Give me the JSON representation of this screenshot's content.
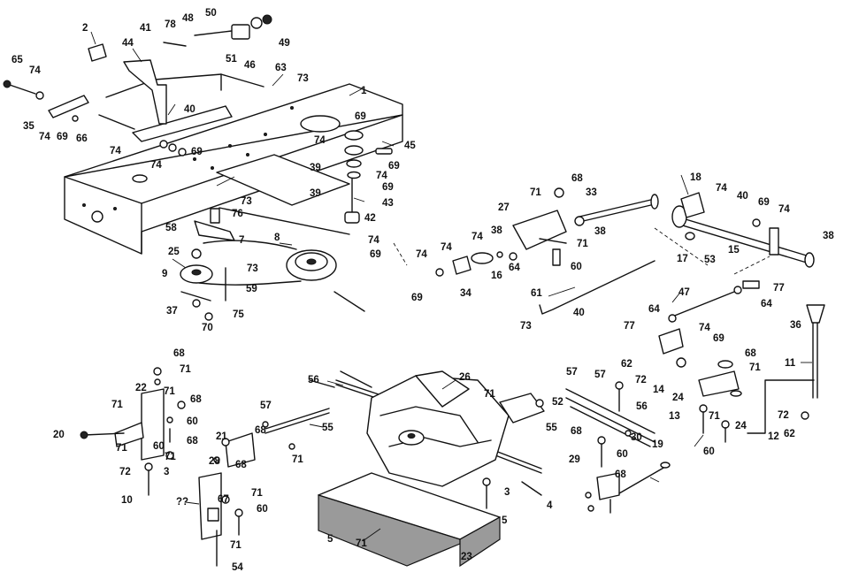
{
  "parts": [
    {
      "id": "p2",
      "text": "2"
    },
    {
      "id": "p44",
      "text": "44"
    },
    {
      "id": "p41",
      "text": "41"
    },
    {
      "id": "p78",
      "text": "78"
    },
    {
      "id": "p48",
      "text": "48"
    },
    {
      "id": "p50",
      "text": "50"
    },
    {
      "id": "p49",
      "text": "49"
    },
    {
      "id": "p51",
      "text": "51"
    },
    {
      "id": "p46",
      "text": "46"
    },
    {
      "id": "p63",
      "text": "63"
    },
    {
      "id": "p73a",
      "text": "73"
    },
    {
      "id": "p1",
      "text": "1"
    },
    {
      "id": "p65",
      "text": "65"
    },
    {
      "id": "p74a",
      "text": "74"
    },
    {
      "id": "p35",
      "text": "35"
    },
    {
      "id": "p74b",
      "text": "74"
    },
    {
      "id": "p69a",
      "text": "69"
    },
    {
      "id": "p66",
      "text": "66"
    },
    {
      "id": "p40a",
      "text": "40"
    },
    {
      "id": "p74c",
      "text": "74"
    },
    {
      "id": "p74d",
      "text": "74"
    },
    {
      "id": "p69b",
      "text": "69"
    },
    {
      "id": "p69c",
      "text": "69"
    },
    {
      "id": "p74e",
      "text": "74"
    },
    {
      "id": "p45",
      "text": "45"
    },
    {
      "id": "p69d",
      "text": "69"
    },
    {
      "id": "p39a",
      "text": "39"
    },
    {
      "id": "p74f",
      "text": "74"
    },
    {
      "id": "p69e",
      "text": "69"
    },
    {
      "id": "p39b",
      "text": "39"
    },
    {
      "id": "p43",
      "text": "43"
    },
    {
      "id": "p73b",
      "text": "73"
    },
    {
      "id": "p76",
      "text": "76"
    },
    {
      "id": "p58",
      "text": "58"
    },
    {
      "id": "p42",
      "text": "42"
    },
    {
      "id": "p7",
      "text": "7"
    },
    {
      "id": "p8",
      "text": "8"
    },
    {
      "id": "p74g",
      "text": "74"
    },
    {
      "id": "p69f",
      "text": "69"
    },
    {
      "id": "p25",
      "text": "25"
    },
    {
      "id": "p73c",
      "text": "73"
    },
    {
      "id": "p9",
      "text": "9"
    },
    {
      "id": "p59",
      "text": "59"
    },
    {
      "id": "p37",
      "text": "37"
    },
    {
      "id": "p75",
      "text": "75"
    },
    {
      "id": "p70",
      "text": "70"
    },
    {
      "id": "p68a",
      "text": "68"
    },
    {
      "id": "p71a",
      "text": "71"
    },
    {
      "id": "p33",
      "text": "33"
    },
    {
      "id": "p18",
      "text": "18"
    },
    {
      "id": "p74h",
      "text": "74"
    },
    {
      "id": "p40b",
      "text": "40"
    },
    {
      "id": "p27",
      "text": "27"
    },
    {
      "id": "p69g",
      "text": "69"
    },
    {
      "id": "p74i",
      "text": "74"
    },
    {
      "id": "p38a",
      "text": "38"
    },
    {
      "id": "p38b",
      "text": "38"
    },
    {
      "id": "p74j",
      "text": "74"
    },
    {
      "id": "p74k",
      "text": "74"
    },
    {
      "id": "p71b",
      "text": "71"
    },
    {
      "id": "p15",
      "text": "15"
    },
    {
      "id": "p17",
      "text": "17"
    },
    {
      "id": "p53",
      "text": "53"
    },
    {
      "id": "p38c",
      "text": "38"
    },
    {
      "id": "p74l",
      "text": "74"
    },
    {
      "id": "p16",
      "text": "16"
    },
    {
      "id": "p64a",
      "text": "64"
    },
    {
      "id": "p60a",
      "text": "60"
    },
    {
      "id": "p69h",
      "text": "69"
    },
    {
      "id": "p34",
      "text": "34"
    },
    {
      "id": "p77a",
      "text": "77"
    },
    {
      "id": "p61",
      "text": "61"
    },
    {
      "id": "p47",
      "text": "47"
    },
    {
      "id": "p64b",
      "text": "64"
    },
    {
      "id": "p64c",
      "text": "64"
    },
    {
      "id": "p36",
      "text": "36"
    },
    {
      "id": "p40c",
      "text": "40"
    },
    {
      "id": "p73d",
      "text": "73"
    },
    {
      "id": "p77b",
      "text": "77"
    },
    {
      "id": "p74m",
      "text": "74"
    },
    {
      "id": "p69i",
      "text": "69"
    },
    {
      "id": "p68b",
      "text": "68"
    },
    {
      "id": "p71c",
      "text": "71"
    },
    {
      "id": "p62a",
      "text": "62"
    },
    {
      "id": "p72a",
      "text": "72"
    },
    {
      "id": "p14",
      "text": "14"
    },
    {
      "id": "p24a",
      "text": "24"
    },
    {
      "id": "p11",
      "text": "11"
    },
    {
      "id": "p13",
      "text": "13"
    },
    {
      "id": "p71d",
      "text": "71"
    },
    {
      "id": "p24b",
      "text": "24"
    },
    {
      "id": "p12",
      "text": "12"
    },
    {
      "id": "p72b",
      "text": "72"
    },
    {
      "id": "p62b",
      "text": "62"
    },
    {
      "id": "p60b",
      "text": "60"
    },
    {
      "id": "p68c",
      "text": "68"
    },
    {
      "id": "p71e",
      "text": "71"
    },
    {
      "id": "p22",
      "text": "22"
    },
    {
      "id": "p71f",
      "text": "71"
    },
    {
      "id": "p68d",
      "text": "68"
    },
    {
      "id": "p71g",
      "text": "71"
    },
    {
      "id": "p60c",
      "text": "60"
    },
    {
      "id": "p20",
      "text": "20"
    },
    {
      "id": "p71h",
      "text": "71"
    },
    {
      "id": "p60d",
      "text": "60"
    },
    {
      "id": "p68e",
      "text": "68"
    },
    {
      "id": "p71i",
      "text": "71"
    },
    {
      "id": "p72c",
      "text": "72"
    },
    {
      "id": "p3a",
      "text": "3"
    },
    {
      "id": "p10",
      "text": "10"
    },
    {
      "id": "p56",
      "text": "56"
    },
    {
      "id": "p26",
      "text": "26"
    },
    {
      "id": "p57a",
      "text": "57"
    },
    {
      "id": "p55a",
      "text": "55"
    },
    {
      "id": "p68f",
      "text": "68"
    },
    {
      "id": "p71j",
      "text": "71"
    },
    {
      "id": "p21",
      "text": "21"
    },
    {
      "id": "p28",
      "text": "28"
    },
    {
      "id": "p68g",
      "text": "68"
    },
    {
      "id": "p71k",
      "text": "71"
    },
    {
      "id": "p52",
      "text": "52"
    },
    {
      "id": "p55b",
      "text": "55"
    },
    {
      "id": "p57b",
      "text": "57"
    },
    {
      "id": "p57c",
      "text": "57"
    },
    {
      "id": "p56b",
      "text": "56"
    },
    {
      "id": "p30",
      "text": "30"
    },
    {
      "id": "p60e",
      "text": "60"
    },
    {
      "id": "p19",
      "text": "19"
    },
    {
      "id": "p68h",
      "text": "68"
    },
    {
      "id": "pqq",
      "text": "??"
    },
    {
      "id": "p67",
      "text": "67"
    },
    {
      "id": "p71l",
      "text": "71"
    },
    {
      "id": "p60f",
      "text": "60"
    },
    {
      "id": "p71m",
      "text": "71"
    },
    {
      "id": "p54",
      "text": "54"
    },
    {
      "id": "p3b",
      "text": "3"
    },
    {
      "id": "p5a",
      "text": "5"
    },
    {
      "id": "p4",
      "text": "4"
    },
    {
      "id": "p5b",
      "text": "5"
    },
    {
      "id": "p71n",
      "text": "71"
    },
    {
      "id": "p23",
      "text": "23"
    },
    {
      "id": "p29",
      "text": "29"
    },
    {
      "id": "p68i",
      "text": "68"
    }
  ]
}
